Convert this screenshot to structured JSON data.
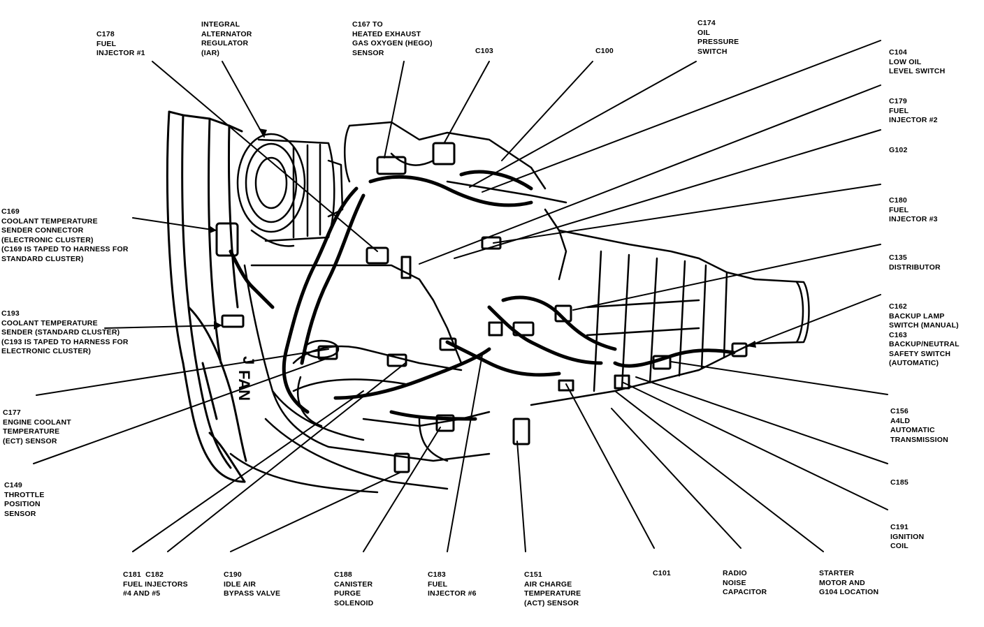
{
  "colors": {
    "ink": "#000000",
    "paper": "#ffffff"
  },
  "labels": [
    {
      "id": "c178",
      "lines": [
        "C178",
        "FUEL",
        "INJECTOR #1"
      ]
    },
    {
      "id": "iar",
      "lines": [
        "INTEGRAL",
        "ALTERNATOR",
        "REGULATOR",
        "(IAR)"
      ]
    },
    {
      "id": "c167",
      "lines": [
        "C167 TO",
        "HEATED EXHAUST",
        "GAS OXYGEN (HEGO)",
        "SENSOR"
      ]
    },
    {
      "id": "c103",
      "lines": [
        "C103"
      ]
    },
    {
      "id": "c100",
      "lines": [
        "C100"
      ]
    },
    {
      "id": "c174",
      "lines": [
        "C174",
        "OIL",
        "PRESSURE",
        "SWITCH"
      ]
    },
    {
      "id": "c104",
      "lines": [
        "C104",
        "LOW OIL",
        "LEVEL SWITCH"
      ]
    },
    {
      "id": "c179",
      "lines": [
        "C179",
        "FUEL",
        "INJECTOR #2"
      ]
    },
    {
      "id": "g102",
      "lines": [
        "G102"
      ]
    },
    {
      "id": "c180",
      "lines": [
        "C180",
        "FUEL",
        "INJECTOR #3"
      ]
    },
    {
      "id": "c135",
      "lines": [
        "C135",
        "DISTRIBUTOR"
      ]
    },
    {
      "id": "c162",
      "lines": [
        "C162",
        "BACKUP LAMP",
        "SWITCH (MANUAL)",
        "C163",
        "BACKUP/NEUTRAL",
        "SAFETY SWITCH",
        "(AUTOMATIC)"
      ]
    },
    {
      "id": "c156",
      "lines": [
        "C156",
        "A4LD",
        "AUTOMATIC",
        "TRANSMISSION"
      ]
    },
    {
      "id": "c185",
      "lines": [
        "C185"
      ]
    },
    {
      "id": "c191",
      "lines": [
        "C191",
        "IGNITION",
        "COIL"
      ]
    },
    {
      "id": "starter",
      "lines": [
        "STARTER",
        "MOTOR AND",
        "G104 LOCATION"
      ]
    },
    {
      "id": "radio",
      "lines": [
        "RADIO",
        "NOISE",
        "CAPACITOR"
      ]
    },
    {
      "id": "c101",
      "lines": [
        "C101"
      ]
    },
    {
      "id": "c151",
      "lines": [
        "C151",
        "AIR CHARGE",
        "TEMPERATURE",
        "(ACT) SENSOR"
      ]
    },
    {
      "id": "c183",
      "lines": [
        "C183",
        "FUEL",
        "INJECTOR #6"
      ]
    },
    {
      "id": "c188",
      "lines": [
        "C188",
        "CANISTER",
        "PURGE",
        "SOLENOID"
      ]
    },
    {
      "id": "c190",
      "lines": [
        "C190",
        "IDLE AIR",
        "BYPASS VALVE"
      ]
    },
    {
      "id": "c181",
      "lines": [
        "C181  C182",
        "FUEL INJECTORS",
        "#4 AND #5"
      ]
    },
    {
      "id": "c149",
      "lines": [
        "C149",
        "THROTTLE",
        "POSITION",
        "SENSOR"
      ]
    },
    {
      "id": "c177",
      "lines": [
        "C177",
        "ENGINE COOLANT",
        "TEMPERATURE",
        "(ECT) SENSOR"
      ]
    },
    {
      "id": "c193",
      "lines": [
        "C193",
        "COOLANT TEMPERATURE",
        "SENDER (STANDARD CLUSTER)",
        "(C193 IS TAPED TO HARNESS FOR",
        "ELECTRONIC CLUSTER)"
      ]
    },
    {
      "id": "c169",
      "lines": [
        "C169",
        "COOLANT TEMPERATURE",
        "SENDER CONNECTOR",
        "(ELECTRONIC CLUSTER)",
        "(C169 IS TAPED TO HARNESS FOR",
        "STANDARD CLUSTER)"
      ]
    }
  ],
  "engine": {
    "fan_text": "FAN",
    "fan_prefix": "J"
  }
}
